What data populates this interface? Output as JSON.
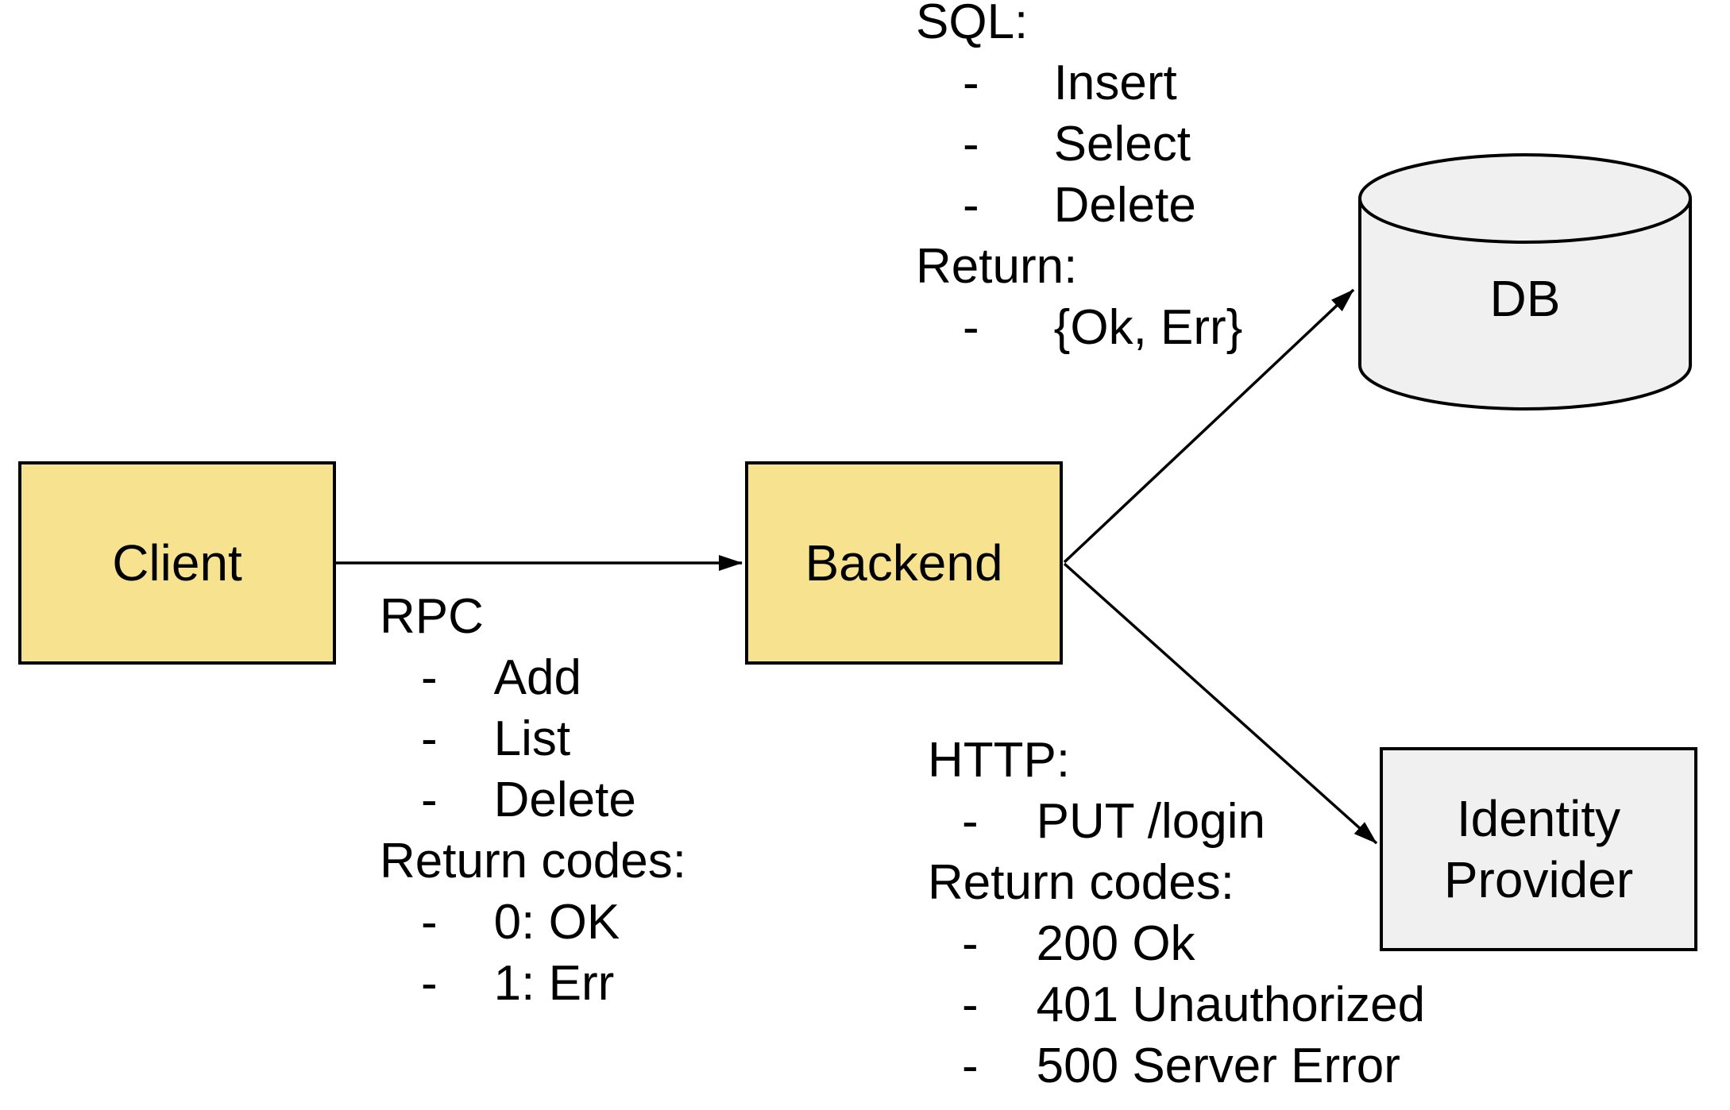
{
  "nodes": {
    "client": {
      "label": "Client",
      "fill": "#F6E28F",
      "shape": "rectangle"
    },
    "backend": {
      "label": "Backend",
      "fill": "#F6E28F",
      "shape": "rectangle"
    },
    "db": {
      "label": "DB",
      "fill": "#F0F0F0",
      "shape": "cylinder"
    },
    "identity_provider": {
      "label_line1": "Identity",
      "label_line2": "Provider",
      "fill": "#F0F0F0",
      "shape": "rectangle"
    }
  },
  "edges": [
    {
      "from": "Client",
      "to": "Backend",
      "annotation": "rpc"
    },
    {
      "from": "Backend",
      "to": "DB",
      "annotation": "sql"
    },
    {
      "from": "Backend",
      "to": "Identity Provider",
      "annotation": "http"
    }
  ],
  "bullet_char": "-",
  "annotations": {
    "sql": {
      "heading": "SQL:",
      "items": [
        "Insert",
        "Select",
        "Delete"
      ],
      "return_heading": "Return:",
      "return_items": [
        "{Ok, Err}"
      ]
    },
    "rpc": {
      "heading": "RPC",
      "items": [
        "Add",
        "List",
        "Delete"
      ],
      "return_heading": "Return codes:",
      "return_items": [
        "0: OK",
        "1: Err"
      ]
    },
    "http": {
      "heading": "HTTP:",
      "items": [
        "PUT /login"
      ],
      "return_heading": "Return codes:",
      "return_items": [
        "200 Ok",
        "401 Unauthorized",
        "500 Server Error"
      ]
    }
  },
  "colors": {
    "node_fill_yellow": "#F6E28F",
    "node_fill_gray": "#F0F0F0",
    "stroke": "#000000",
    "text": "#000000",
    "background": "#FFFFFF"
  }
}
